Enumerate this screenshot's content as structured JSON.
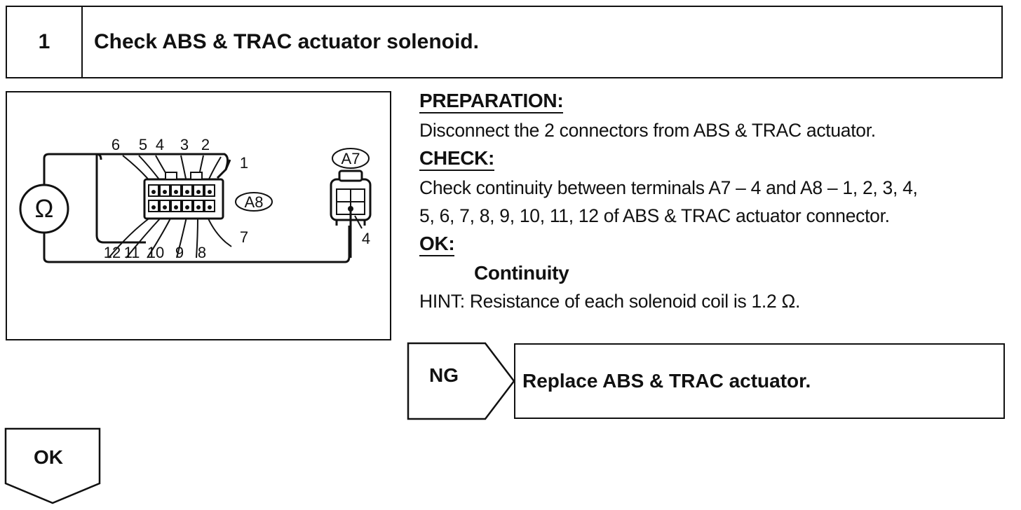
{
  "step": {
    "number": "1",
    "title": "Check ABS & TRAC actuator solenoid."
  },
  "diagram": {
    "meter_symbol": "Ω",
    "connector_a8_label": "A8",
    "connector_a7_label": "A7",
    "pins_top": [
      "6",
      "5",
      "4",
      "3",
      "2"
    ],
    "pin_1": "1",
    "pin_7": "7",
    "pins_bottom": [
      "12",
      "11",
      "10",
      "9",
      "8"
    ],
    "a7_pin": "4"
  },
  "preparation": {
    "heading": "PREPARATION:",
    "text": "Disconnect the 2 connectors from ABS & TRAC actuator."
  },
  "check": {
    "heading": "CHECK:",
    "line1": "Check continuity between terminals A7 – 4 and A8 – 1, 2, 3, 4,",
    "line2": "5, 6, 7, 8, 9, 10, 11, 12 of ABS & TRAC actuator connector."
  },
  "ok_criteria": {
    "heading": "OK:",
    "result": "Continuity"
  },
  "hint": "HINT: Resistance of each solenoid coil is 1.2 Ω.",
  "ng": {
    "label": "NG",
    "action": "Replace ABS & TRAC actuator."
  },
  "ok_branch": {
    "label": "OK"
  }
}
